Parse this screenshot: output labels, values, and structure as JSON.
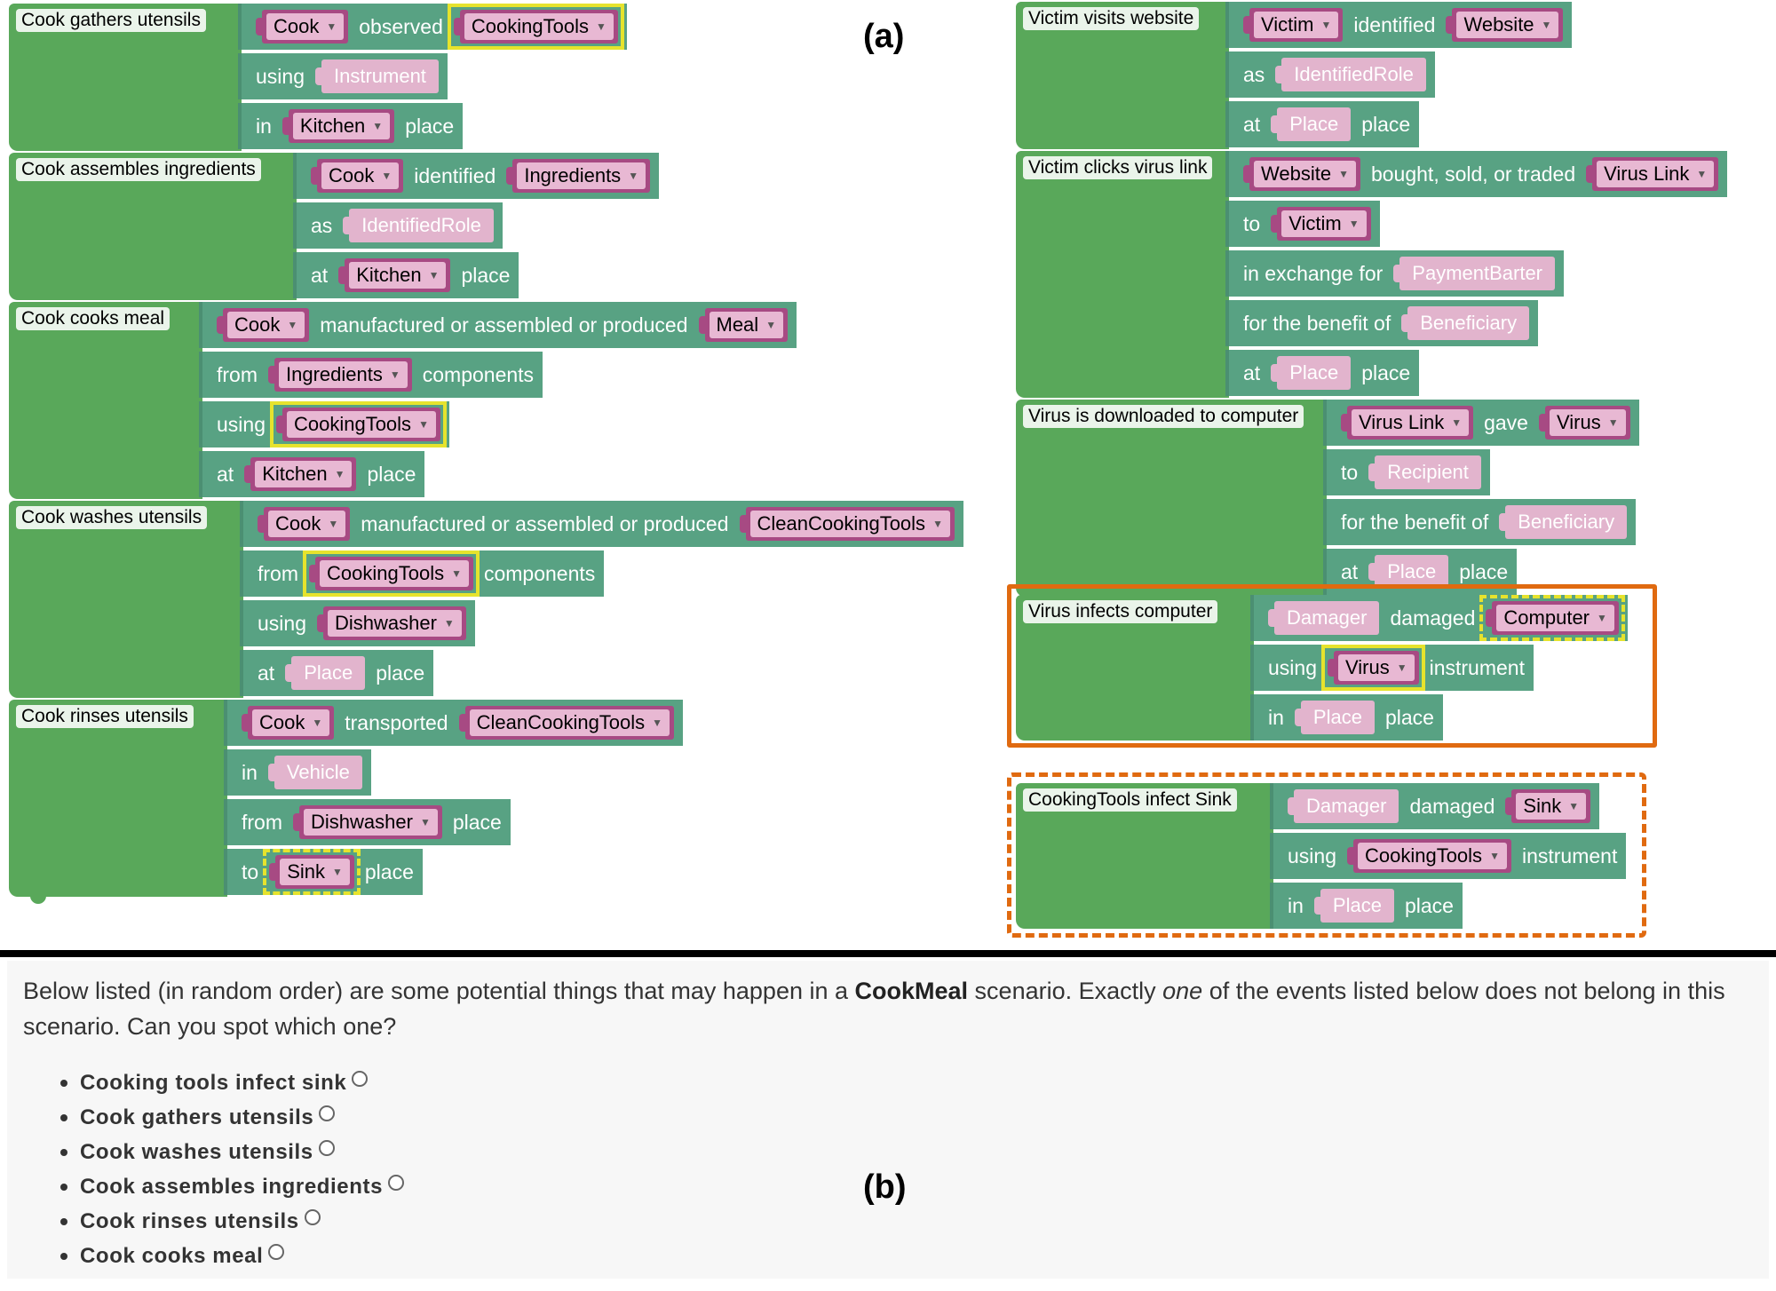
{
  "labels": {
    "a": "(a)",
    "b": "(b)"
  },
  "colors": {
    "hat": "#59a85a",
    "row": "#58a283",
    "variable": "#a74a83",
    "placeholder": "#e2b4cd",
    "highlight": "#e6e32d",
    "box": "#e06a10"
  },
  "left": {
    "e1": {
      "title": "Cook gathers utensils",
      "r1": {
        "a": "Cook",
        "kw": "observed",
        "b": "CookingTools"
      },
      "r2": {
        "kw": "using",
        "ph": "Instrument"
      },
      "r3": {
        "kw": "in",
        "a": "Kitchen",
        "kw2": "place"
      }
    },
    "e2": {
      "title": "Cook assembles ingredients",
      "r1": {
        "a": "Cook",
        "kw": "identified",
        "b": "Ingredients"
      },
      "r2": {
        "kw": "as",
        "ph": "IdentifiedRole"
      },
      "r3": {
        "kw": "at",
        "a": "Kitchen",
        "kw2": "place"
      }
    },
    "e3": {
      "title": "Cook cooks meal",
      "r1": {
        "a": "Cook",
        "kw": "manufactured or assembled or produced",
        "b": "Meal"
      },
      "r2": {
        "kw": "from",
        "a": "Ingredients",
        "kw2": "components"
      },
      "r3": {
        "kw": "using",
        "a": "CookingTools"
      },
      "r4": {
        "kw": "at",
        "a": "Kitchen",
        "kw2": "place"
      }
    },
    "e4": {
      "title": "Cook washes utensils",
      "r1": {
        "a": "Cook",
        "kw": "manufactured or assembled or produced",
        "b": "CleanCookingTools"
      },
      "r2": {
        "kw": "from",
        "a": "CookingTools",
        "kw2": "components"
      },
      "r3": {
        "kw": "using",
        "a": "Dishwasher"
      },
      "r4": {
        "kw": "at",
        "ph": "Place",
        "kw2": "place"
      }
    },
    "e5": {
      "title": "Cook rinses utensils",
      "r1": {
        "a": "Cook",
        "kw": "transported",
        "b": "CleanCookingTools"
      },
      "r2": {
        "kw": "in",
        "ph": "Vehicle"
      },
      "r3": {
        "kw": "from",
        "a": "Dishwasher",
        "kw2": "place"
      },
      "r4": {
        "kw": "to",
        "a": "Sink",
        "kw2": "place"
      }
    }
  },
  "right": {
    "e1": {
      "title": "Victim visits website",
      "r1": {
        "a": "Victim",
        "kw": "identified",
        "b": "Website"
      },
      "r2": {
        "kw": "as",
        "ph": "IdentifiedRole"
      },
      "r3": {
        "kw": "at",
        "ph": "Place",
        "kw2": "place"
      }
    },
    "e2": {
      "title": "Victim clicks virus link",
      "r1": {
        "a": "Website",
        "kw": "bought, sold, or traded",
        "b": "Virus Link"
      },
      "r2": {
        "kw": "to",
        "a": "Victim"
      },
      "r3": {
        "kw": "in exchange for",
        "ph": "PaymentBarter"
      },
      "r4": {
        "kw": "for the benefit of",
        "ph": "Beneficiary"
      },
      "r5": {
        "kw": "at",
        "ph": "Place",
        "kw2": "place"
      }
    },
    "e3": {
      "title": "Virus is downloaded to computer",
      "r1": {
        "a": "Virus Link",
        "kw": "gave",
        "b": "Virus"
      },
      "r2": {
        "kw": "to",
        "ph": "Recipient"
      },
      "r3": {
        "kw": "for the benefit of",
        "ph": "Beneficiary"
      },
      "r4": {
        "kw": "at",
        "ph": "Place",
        "kw2": "place"
      }
    },
    "e4": {
      "title": "Virus infects computer",
      "r1": {
        "ph": "Damager",
        "kw": "damaged",
        "a": "Computer"
      },
      "r2": {
        "kw": "using",
        "a": "Virus",
        "kw2": "instrument"
      },
      "r3": {
        "kw": "in",
        "ph": "Place",
        "kw2": "place"
      }
    },
    "e5": {
      "title": "CookingTools infect Sink",
      "r1": {
        "ph": "Damager",
        "kw": "damaged",
        "a": "Sink"
      },
      "r2": {
        "kw": "using",
        "a": "CookingTools",
        "kw2": "instrument"
      },
      "r3": {
        "kw": "in",
        "ph": "Place",
        "kw2": "place"
      }
    }
  },
  "question": {
    "part1": "Below listed (in random order) are some potential things that may happen in a ",
    "bold": "CookMeal",
    "part2": " scenario. Exactly ",
    "italic": "one",
    "part3": " of the events listed below does not belong in this scenario. Can you spot which one?"
  },
  "options": [
    "Cooking tools infect sink",
    "Cook gathers utensils",
    "Cook washes utensils",
    "Cook assembles ingredients",
    "Cook rinses utensils",
    "Cook cooks meal"
  ]
}
